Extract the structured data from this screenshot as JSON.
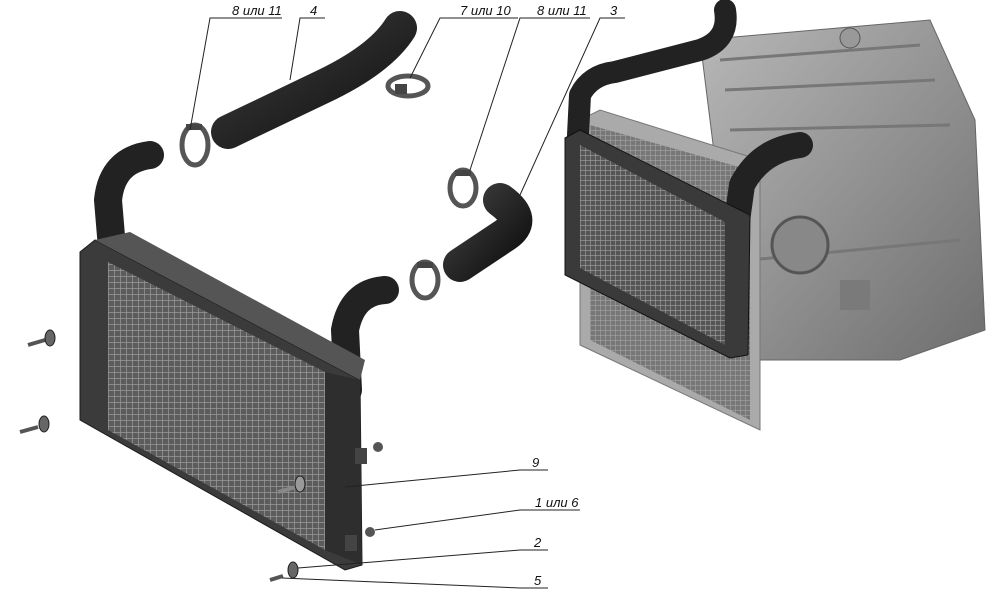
{
  "callouts": [
    {
      "id": "c1",
      "text": "8 или 11"
    },
    {
      "id": "c2",
      "text": "4"
    },
    {
      "id": "c3",
      "text": "7 или 10"
    },
    {
      "id": "c4",
      "text": "8 или 11"
    },
    {
      "id": "c5",
      "text": "3"
    },
    {
      "id": "c6",
      "text": "9"
    },
    {
      "id": "c7",
      "text": "1 или 6"
    },
    {
      "id": "c8",
      "text": "2"
    },
    {
      "id": "c9",
      "text": "5"
    }
  ],
  "colors": {
    "metal_dark": "#3a3a3a",
    "metal_mid": "#6b6b6b",
    "hose": "#1e1e1e",
    "engine": "#8c8c8c",
    "leader": "#222222"
  }
}
